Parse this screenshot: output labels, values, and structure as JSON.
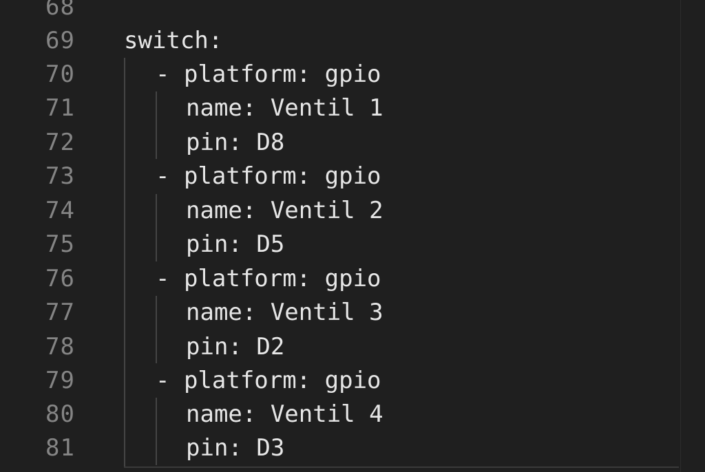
{
  "editor": {
    "lines": [
      {
        "number": "68",
        "code": ""
      },
      {
        "number": "69",
        "code": "switch:"
      },
      {
        "number": "70",
        "code": "- platform: gpio"
      },
      {
        "number": "71",
        "code": "name: Ventil 1"
      },
      {
        "number": "72",
        "code": "pin: D8"
      },
      {
        "number": "73",
        "code": "- platform: gpio"
      },
      {
        "number": "74",
        "code": "name: Ventil 2"
      },
      {
        "number": "75",
        "code": "pin: D5"
      },
      {
        "number": "76",
        "code": "- platform: gpio"
      },
      {
        "number": "77",
        "code": "name: Ventil 3"
      },
      {
        "number": "78",
        "code": "pin: D2"
      },
      {
        "number": "79",
        "code": "- platform: gpio"
      },
      {
        "number": "80",
        "code": "name: Ventil 4"
      },
      {
        "number": "81",
        "code": "pin: D3"
      }
    ]
  },
  "colors": {
    "background": "#1f1f1f",
    "line_number": "#858585",
    "code_text": "#e6e6e6",
    "indent_guide": "#454545"
  }
}
